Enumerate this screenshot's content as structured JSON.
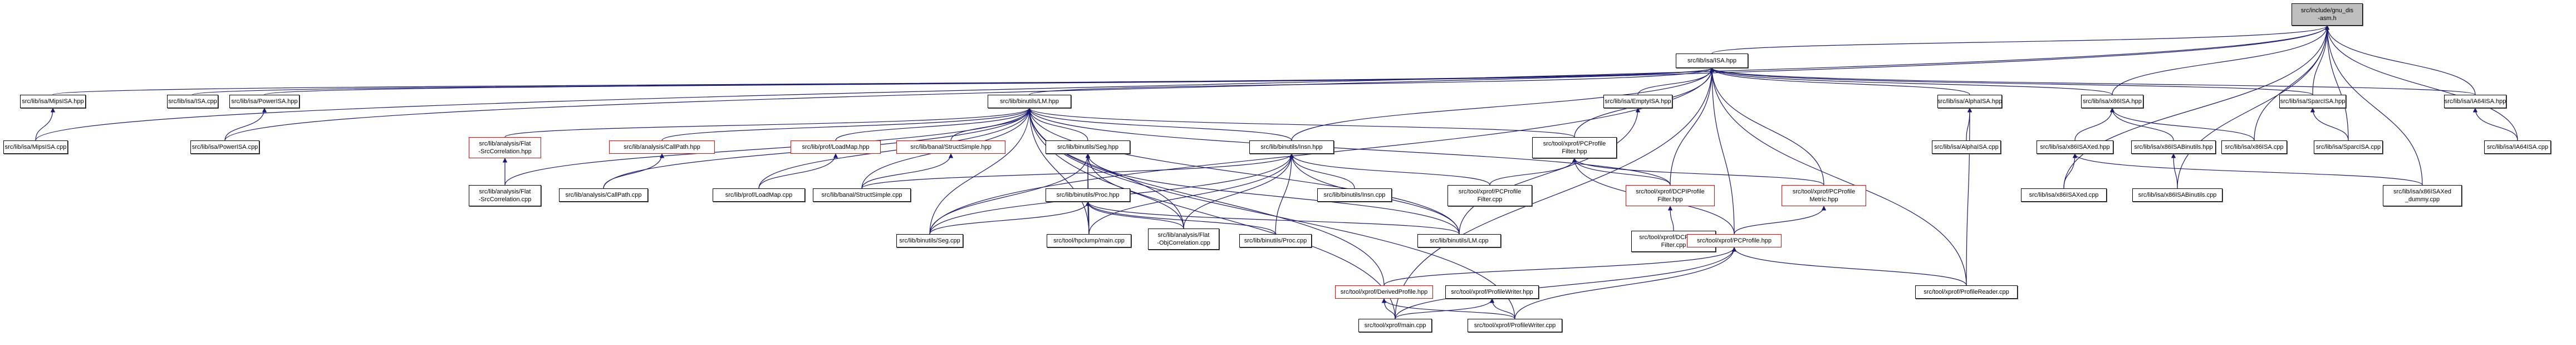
{
  "diagram": {
    "title": "Include dependency graph for src/include/gnu_dis-asm.h",
    "edge_color": "#191970",
    "truncated_border_color": "#ff0000",
    "root_fill": "#bfbfbf",
    "nodes": [
      {
        "id": "root",
        "label": "src/include/gnu_dis\n-asm.h",
        "style": "root"
      },
      {
        "id": "isa_hpp",
        "label": "src/lib/isa/ISA.hpp"
      },
      {
        "id": "mips_hpp",
        "label": "src/lib/isa/MipsISA.hpp"
      },
      {
        "id": "isa_cpp",
        "label": "src/lib/isa/ISA.cpp"
      },
      {
        "id": "power_hpp",
        "label": "src/lib/isa/PowerISA.hpp"
      },
      {
        "id": "lm_hpp",
        "label": "src/lib/binutils/LM.hpp"
      },
      {
        "id": "empty_hpp",
        "label": "src/lib/isa/EmptyISA.hpp"
      },
      {
        "id": "alpha_hpp",
        "label": "src/lib/isa/AlphaISA.hpp"
      },
      {
        "id": "x86_hpp",
        "label": "src/lib/isa/x86ISA.hpp"
      },
      {
        "id": "sparc_hpp",
        "label": "src/lib/isa/SparcISA.hpp"
      },
      {
        "id": "ia64_hpp",
        "label": "src/lib/isa/IA64ISA.hpp"
      },
      {
        "id": "mips_cpp",
        "label": "src/lib/isa/MipsISA.cpp"
      },
      {
        "id": "power_cpp",
        "label": "src/lib/isa/PowerISA.cpp"
      },
      {
        "id": "flatsrc_hpp",
        "label": "src/lib/analysis/Flat\n-SrcCorrelation.hpp",
        "style": "red"
      },
      {
        "id": "callpath_hpp",
        "label": "src/lib/analysis/CallPath.hpp",
        "style": "red"
      },
      {
        "id": "loadmap_hpp",
        "label": "src/lib/prof/LoadMap.hpp",
        "style": "red"
      },
      {
        "id": "struct_hpp",
        "label": "src/lib/banal/StructSimple.hpp",
        "style": "red"
      },
      {
        "id": "seg_hpp",
        "label": "src/lib/binutils/Seg.hpp"
      },
      {
        "id": "insn_hpp",
        "label": "src/lib/binutils/Insn.hpp"
      },
      {
        "id": "pcpf_hpp",
        "label": "src/tool/xprof/PCProfile\nFilter.hpp"
      },
      {
        "id": "alpha_cpp",
        "label": "src/lib/isa/AlphaISA.cpp"
      },
      {
        "id": "x86xed_hpp",
        "label": "src/lib/isa/x86ISAXed.hpp"
      },
      {
        "id": "x86bin_hpp",
        "label": "src/lib/isa/x86ISABinutils.hpp"
      },
      {
        "id": "x86_cpp",
        "label": "src/lib/isa/x86ISA.cpp"
      },
      {
        "id": "sparc_cpp",
        "label": "src/lib/isa/SparcISA.cpp"
      },
      {
        "id": "ia64_cpp",
        "label": "src/lib/isa/IA64ISA.cpp"
      },
      {
        "id": "flatsrc_cpp",
        "label": "src/lib/analysis/Flat\n-SrcCorrelation.cpp"
      },
      {
        "id": "callpath_cpp",
        "label": "src/lib/analysis/CallPath.cpp"
      },
      {
        "id": "loadmap_cpp",
        "label": "src/lib/prof/LoadMap.cpp"
      },
      {
        "id": "struct_cpp",
        "label": "src/lib/banal/StructSimple.cpp"
      },
      {
        "id": "proc_hpp",
        "label": "src/lib/binutils/Proc.hpp"
      },
      {
        "id": "insn_cpp",
        "label": "src/lib/binutils/Insn.cpp"
      },
      {
        "id": "pcpf_cpp",
        "label": "src/tool/xprof/PCProfile\nFilter.cpp"
      },
      {
        "id": "dcpi_hpp",
        "label": "src/tool/xprof/DCPIProfile\nFilter.hpp",
        "style": "red"
      },
      {
        "id": "metric_hpp",
        "label": "src/tool/xprof/PCProfile\nMetric.hpp",
        "style": "red"
      },
      {
        "id": "x86xed_cpp",
        "label": "src/lib/isa/x86ISAXed.cpp"
      },
      {
        "id": "x86bin_cpp",
        "label": "src/lib/isa/x86ISABinutils.cpp"
      },
      {
        "id": "x86dummy_cpp",
        "label": "src/lib/isa/x86ISAXed\n_dummy.cpp"
      },
      {
        "id": "dcpi_cpp",
        "label": "src/tool/xprof/DCPIProfile\nFilter.cpp"
      },
      {
        "id": "pcprofile_hpp",
        "label": "src/tool/xprof/PCProfile.hpp",
        "style": "red"
      },
      {
        "id": "seg_cpp",
        "label": "src/lib/binutils/Seg.cpp"
      },
      {
        "id": "hpclump_cpp",
        "label": "src/tool/hpclump/main.cpp"
      },
      {
        "id": "flatobj_cpp",
        "label": "src/lib/analysis/Flat\n-ObjCorrelation.cpp"
      },
      {
        "id": "proc_cpp",
        "label": "src/lib/binutils/Proc.cpp"
      },
      {
        "id": "lm_cpp",
        "label": "src/lib/binutils/LM.cpp"
      },
      {
        "id": "reader_cpp",
        "label": "src/tool/xprof/ProfileReader.cpp"
      },
      {
        "id": "derived_hpp",
        "label": "src/tool/xprof/DerivedProfile.hpp",
        "style": "red"
      },
      {
        "id": "writer_hpp",
        "label": "src/tool/xprof/ProfileWriter.hpp"
      },
      {
        "id": "xmain_cpp",
        "label": "src/tool/xprof/main.cpp"
      },
      {
        "id": "writer_cpp",
        "label": "src/tool/xprof/ProfileWriter.cpp"
      }
    ],
    "edges": [
      [
        "isa_hpp",
        "root"
      ],
      [
        "x86_hpp",
        "root"
      ],
      [
        "sparc_hpp",
        "root"
      ],
      [
        "ia64_hpp",
        "root"
      ],
      [
        "mips_cpp",
        "root"
      ],
      [
        "power_cpp",
        "root"
      ],
      [
        "x86_cpp",
        "root"
      ],
      [
        "sparc_cpp",
        "root"
      ],
      [
        "ia64_cpp",
        "root"
      ],
      [
        "x86xed_cpp",
        "root"
      ],
      [
        "x86bin_cpp",
        "root"
      ],
      [
        "x86dummy_cpp",
        "root"
      ],
      [
        "mips_hpp",
        "isa_hpp"
      ],
      [
        "isa_cpp",
        "isa_hpp"
      ],
      [
        "power_hpp",
        "isa_hpp"
      ],
      [
        "lm_hpp",
        "isa_hpp"
      ],
      [
        "empty_hpp",
        "isa_hpp"
      ],
      [
        "alpha_hpp",
        "isa_hpp"
      ],
      [
        "x86_hpp",
        "isa_hpp"
      ],
      [
        "sparc_hpp",
        "isa_hpp"
      ],
      [
        "ia64_hpp",
        "isa_hpp"
      ],
      [
        "insn_hpp",
        "isa_hpp"
      ],
      [
        "pcpf_hpp",
        "isa_hpp"
      ],
      [
        "dcpi_hpp",
        "isa_hpp"
      ],
      [
        "metric_hpp",
        "isa_hpp"
      ],
      [
        "pcprofile_hpp",
        "isa_hpp"
      ],
      [
        "reader_cpp",
        "isa_hpp"
      ],
      [
        "xmain_cpp",
        "isa_hpp"
      ],
      [
        "seg_cpp",
        "isa_hpp"
      ],
      [
        "mips_cpp",
        "mips_hpp"
      ],
      [
        "power_cpp",
        "power_hpp"
      ],
      [
        "flatsrc_hpp",
        "lm_hpp"
      ],
      [
        "callpath_hpp",
        "lm_hpp"
      ],
      [
        "loadmap_hpp",
        "lm_hpp"
      ],
      [
        "struct_hpp",
        "lm_hpp"
      ],
      [
        "seg_hpp",
        "lm_hpp"
      ],
      [
        "insn_hpp",
        "lm_hpp"
      ],
      [
        "pcpf_hpp",
        "lm_hpp"
      ],
      [
        "dcpi_hpp",
        "lm_hpp"
      ],
      [
        "flatsrc_cpp",
        "lm_hpp"
      ],
      [
        "callpath_cpp",
        "lm_hpp"
      ],
      [
        "loadmap_cpp",
        "lm_hpp"
      ],
      [
        "struct_cpp",
        "lm_hpp"
      ],
      [
        "hpclump_cpp",
        "lm_hpp"
      ],
      [
        "flatobj_cpp",
        "lm_hpp"
      ],
      [
        "lm_cpp",
        "lm_hpp"
      ],
      [
        "seg_cpp",
        "lm_hpp"
      ],
      [
        "derived_hpp",
        "lm_hpp"
      ],
      [
        "xmain_cpp",
        "lm_hpp"
      ],
      [
        "writer_cpp",
        "lm_hpp"
      ],
      [
        "flatsrc_cpp",
        "flatsrc_hpp"
      ],
      [
        "callpath_cpp",
        "callpath_hpp"
      ],
      [
        "loadmap_cpp",
        "loadmap_hpp"
      ],
      [
        "struct_cpp",
        "struct_hpp"
      ],
      [
        "proc_hpp",
        "seg_hpp"
      ],
      [
        "seg_cpp",
        "seg_hpp"
      ],
      [
        "hpclump_cpp",
        "seg_hpp"
      ],
      [
        "flatobj_cpp",
        "seg_hpp"
      ],
      [
        "lm_cpp",
        "seg_hpp"
      ],
      [
        "insn_cpp",
        "insn_hpp"
      ],
      [
        "pcpf_cpp",
        "insn_hpp"
      ],
      [
        "seg_cpp",
        "insn_hpp"
      ],
      [
        "hpclump_cpp",
        "insn_hpp"
      ],
      [
        "flatobj_cpp",
        "insn_hpp"
      ],
      [
        "proc_cpp",
        "insn_hpp"
      ],
      [
        "lm_cpp",
        "insn_hpp"
      ],
      [
        "struct_cpp",
        "insn_hpp"
      ],
      [
        "seg_cpp",
        "proc_hpp"
      ],
      [
        "hpclump_cpp",
        "proc_hpp"
      ],
      [
        "flatobj_cpp",
        "proc_hpp"
      ],
      [
        "proc_cpp",
        "proc_hpp"
      ],
      [
        "lm_cpp",
        "proc_hpp"
      ],
      [
        "pcpf_cpp",
        "pcpf_hpp"
      ],
      [
        "dcpi_hpp",
        "pcpf_hpp"
      ],
      [
        "metric_hpp",
        "pcpf_hpp"
      ],
      [
        "pcprofile_hpp",
        "pcpf_hpp"
      ],
      [
        "alpha_cpp",
        "alpha_hpp"
      ],
      [
        "reader_cpp",
        "alpha_hpp"
      ],
      [
        "lm_cpp",
        "empty_hpp"
      ],
      [
        "x86xed_hpp",
        "x86_hpp"
      ],
      [
        "x86bin_hpp",
        "x86_hpp"
      ],
      [
        "x86_cpp",
        "x86_hpp"
      ],
      [
        "x86xed_cpp",
        "x86xed_hpp"
      ],
      [
        "x86dummy_cpp",
        "x86xed_hpp"
      ],
      [
        "x86bin_cpp",
        "x86bin_hpp"
      ],
      [
        "sparc_cpp",
        "sparc_hpp"
      ],
      [
        "ia64_cpp",
        "ia64_hpp"
      ],
      [
        "dcpi_cpp",
        "dcpi_hpp"
      ],
      [
        "pcprofile_hpp",
        "metric_hpp"
      ],
      [
        "derived_hpp",
        "pcprofile_hpp"
      ],
      [
        "xmain_cpp",
        "pcprofile_hpp"
      ],
      [
        "writer_cpp",
        "pcprofile_hpp"
      ],
      [
        "reader_cpp",
        "pcprofile_hpp"
      ],
      [
        "xmain_cpp",
        "derived_hpp"
      ],
      [
        "writer_cpp",
        "derived_hpp"
      ],
      [
        "xmain_cpp",
        "writer_hpp"
      ],
      [
        "writer_cpp",
        "writer_hpp"
      ]
    ]
  }
}
